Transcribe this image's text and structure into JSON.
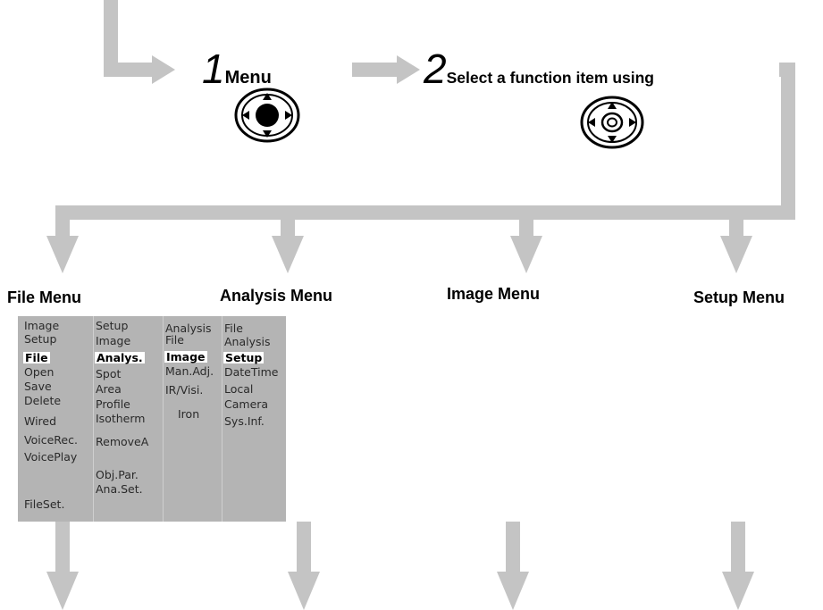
{
  "header": {
    "step1": {
      "number": "1",
      "label": "Menu"
    },
    "step2": {
      "number": "2",
      "label": "Select a function item using"
    }
  },
  "icons": {
    "menu_button": "joystick-press-icon",
    "select_button": "joystick-direction-icon"
  },
  "menus": {
    "file": "File Menu",
    "analysis": "Analysis Menu",
    "image": "Image Menu",
    "setup": "Setup Menu"
  },
  "screen": {
    "col1": [
      "Image",
      "Setup",
      "File",
      "Open",
      "Save",
      "Delete",
      "Wired",
      "VoiceRec.",
      "VoicePlay",
      "FileSet."
    ],
    "col2": [
      "Setup",
      "Image",
      "Analys.",
      "Spot",
      "Area",
      "Profile",
      "Isotherm",
      "RemoveA",
      "Obj.Par.",
      "Ana.Set."
    ],
    "col3": [
      "Analysis",
      "File",
      "Image",
      "Man.Adj.",
      "IR/Visi.",
      "Iron"
    ],
    "col4": [
      "File",
      "Analysis",
      "Setup",
      "DateTime",
      "Local",
      "Camera",
      "Sys.Inf."
    ]
  },
  "colors": {
    "arrow": "#c4c4c4",
    "screen_bg": "#b4b4b4",
    "selected_bg": "#ffffff"
  }
}
